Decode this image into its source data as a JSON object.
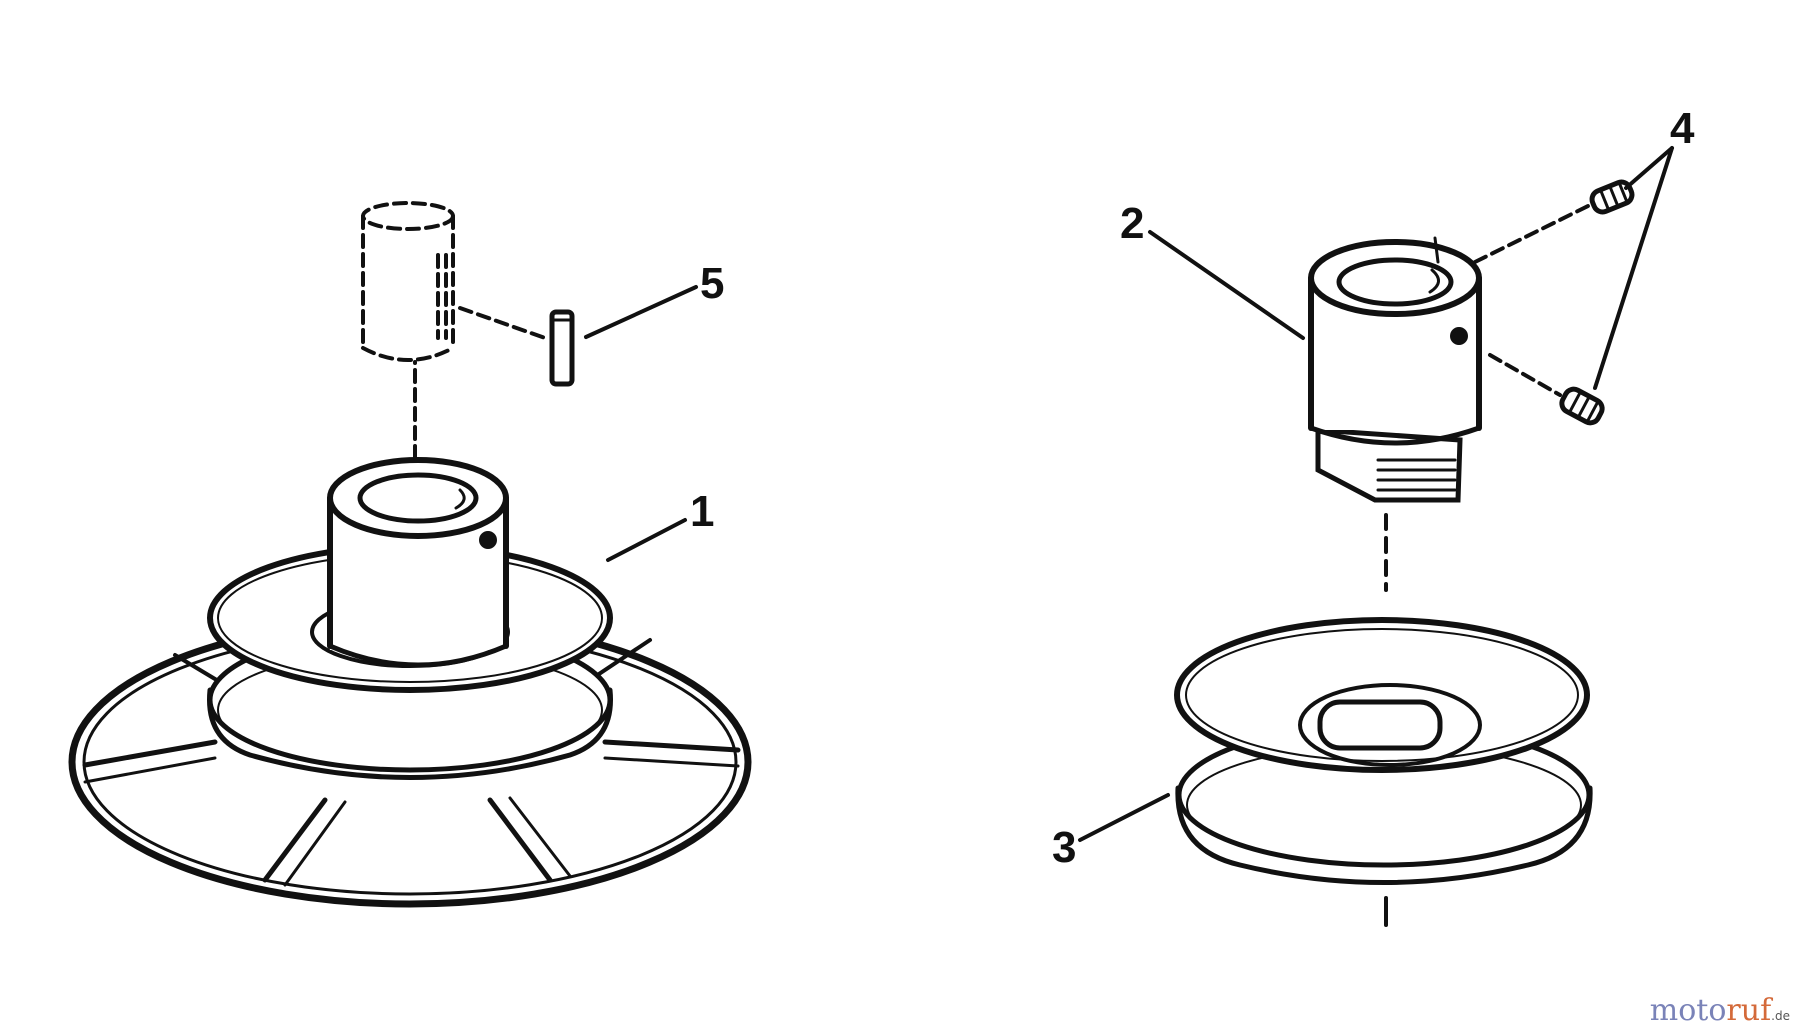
{
  "callouts": {
    "part1": "1",
    "part2": "2",
    "part3": "3",
    "part4": "4",
    "part5": "5"
  },
  "watermark": {
    "part_a": "moto",
    "part_b": "ruf",
    "tld": ".de"
  },
  "colors": {
    "ink": "#111111",
    "shade": "#eeeeee",
    "watermark_a": "#7a83b8",
    "watermark_b": "#d46a3a"
  }
}
